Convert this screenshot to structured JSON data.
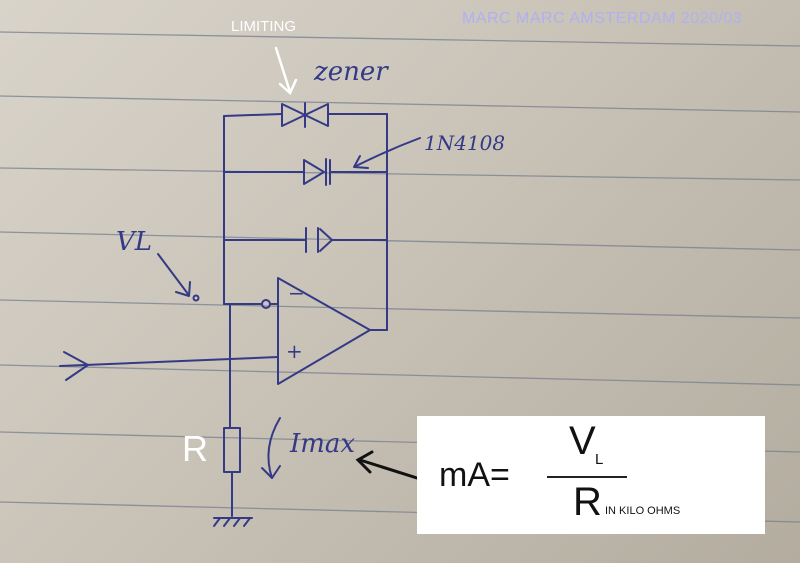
{
  "credit": "MARC MARC AMSTERDAM 2020/03",
  "labels": {
    "limiting": "LIMITING",
    "zener": "zener",
    "diode_part": "1N4108",
    "vl": "VL",
    "minus": "−",
    "plus": "+",
    "r": "R",
    "imax": "Imax"
  },
  "formula": {
    "lhs": "mA=",
    "numerator": "V",
    "numerator_sub": "L",
    "denominator": "R",
    "denominator_sub": "IN KILO OHMS"
  },
  "colors": {
    "ink": "#343a86",
    "paper": "#cfc9be",
    "rule_line": "#7c8391",
    "credit": "#b1b0f0"
  }
}
